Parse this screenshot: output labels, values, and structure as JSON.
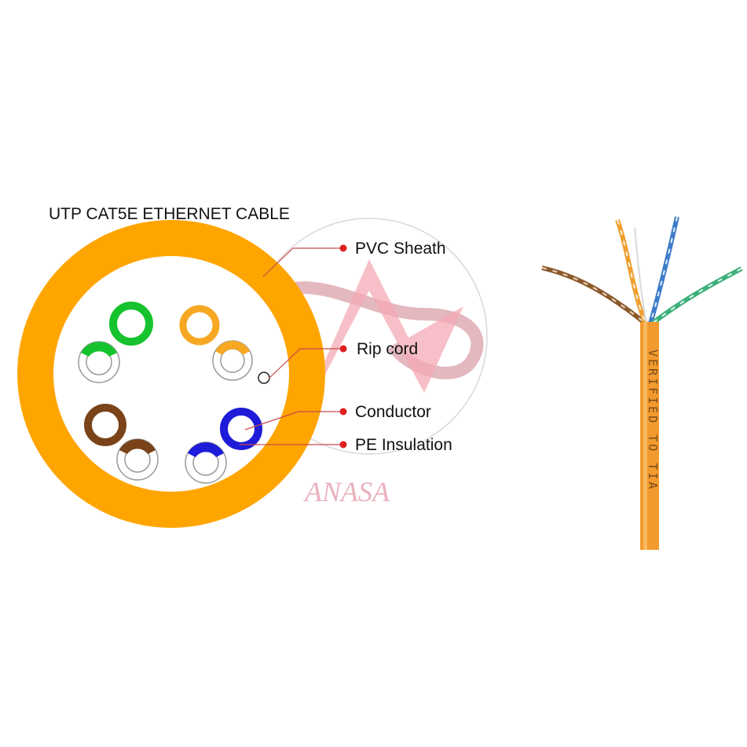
{
  "title": "UTP CAT5E ETHERNET CABLE",
  "callouts": {
    "pvc_sheath": "PVC Sheath",
    "rip_cord": "Rip cord",
    "conductor": "Conductor",
    "pe_insulation": "PE Insulation"
  },
  "cable_print": "VERIFIED TO TIA",
  "watermark": "ANASA",
  "colors": {
    "sheath": "#FFA500",
    "orange": "#F7A823",
    "green": "#16C32E",
    "blue": "#1E1CD8",
    "brown": "#7A4319",
    "callout_line": "#C84A4A",
    "callout_dot": "#E02020"
  }
}
